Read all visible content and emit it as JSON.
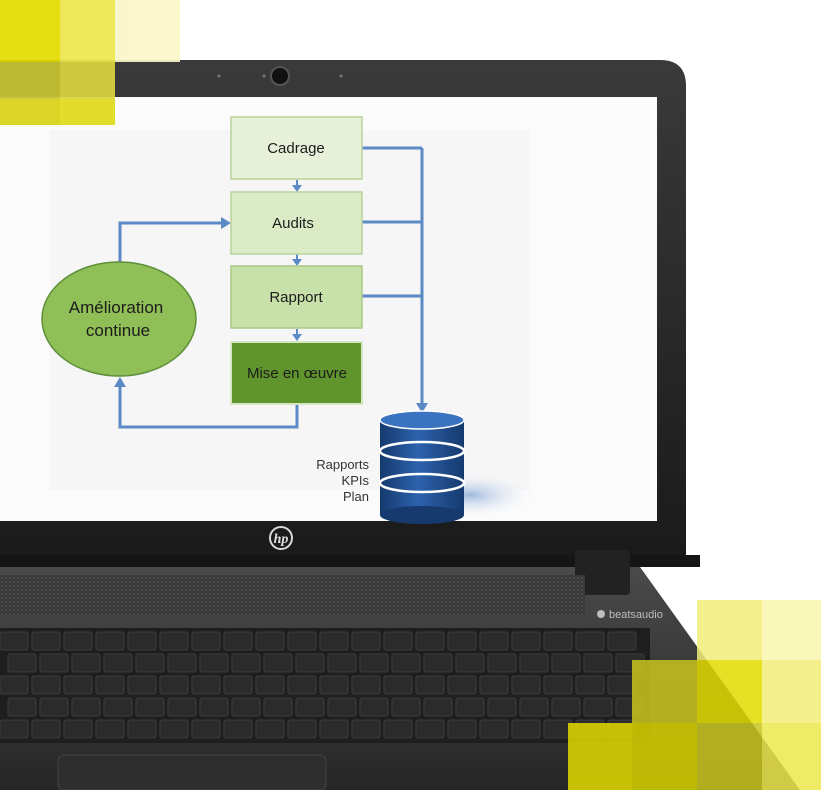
{
  "flowchart": {
    "steps": [
      {
        "label": "Cadrage",
        "color": "#e7f1d9"
      },
      {
        "label": "Audits",
        "color": "#daebc6"
      },
      {
        "label": "Rapport",
        "color": "#c8e0a9"
      },
      {
        "label": "Mise en œuvre",
        "color": "#5f952c"
      }
    ],
    "cycle": {
      "line1": "Amélioration",
      "line2": "continue",
      "color": "#8fbf56"
    },
    "database": {
      "labels": [
        "Rapports",
        "KPIs",
        "Plan"
      ],
      "color": "#1f4d8e"
    },
    "arrow_color": "#5b8ac6"
  },
  "laptop": {
    "brand_logo": "hp",
    "speaker_brand": "beatsaudio"
  },
  "accent_color": "#e2dc00"
}
